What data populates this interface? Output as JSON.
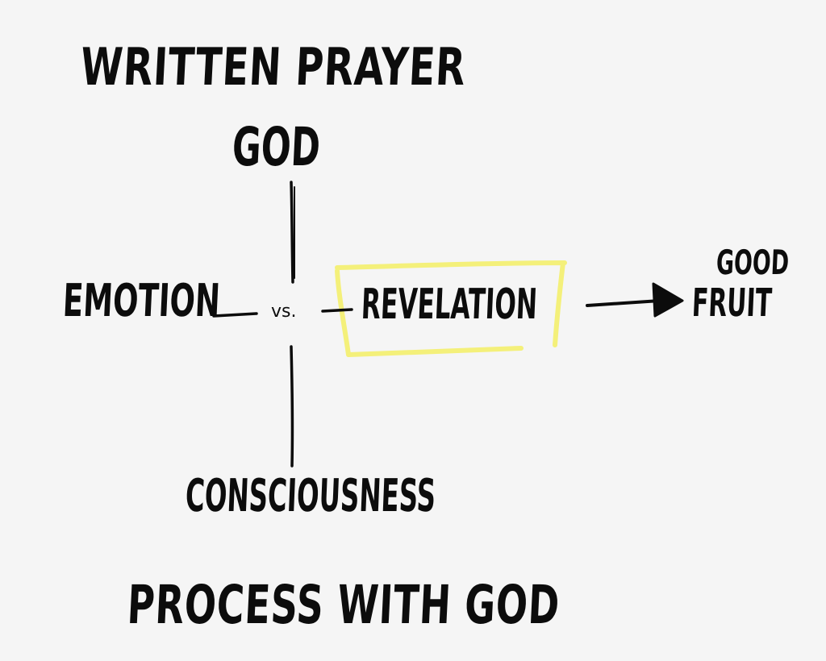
{
  "diagram": {
    "title_top": "WRITTEN PRAYER",
    "axis_top": "GOD",
    "axis_left": "EMOTION",
    "separator": "vs.",
    "axis_right_highlighted": "REVELATION",
    "outcome_line1": "GOOD",
    "outcome_line2": "FRUIT",
    "axis_bottom": "CONSCIOUSNESS",
    "title_bottom": "PROCESS WITH GOD"
  },
  "colors": {
    "background": "#f5f5f5",
    "ink": "#0c0c0c",
    "highlight": "#f4f07a"
  }
}
